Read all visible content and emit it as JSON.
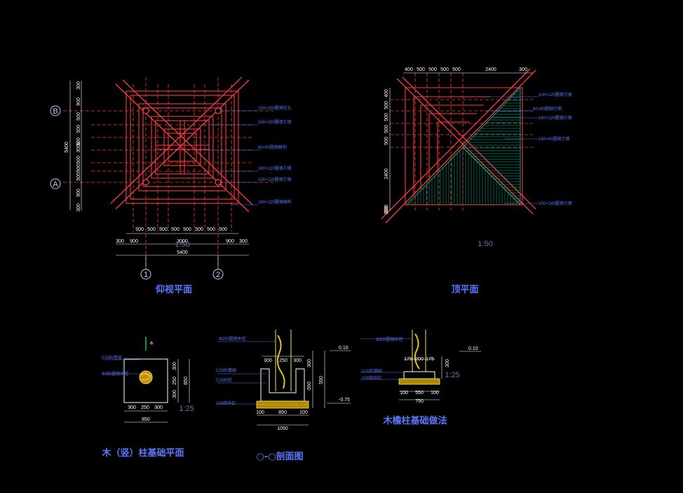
{
  "drawing": {
    "plan_left": {
      "title": "仰视平面",
      "scale": "1:50",
      "axis_rows": [
        "B",
        "A"
      ],
      "axis_cols": [
        "1",
        "2"
      ],
      "dims_left": [
        "300",
        "900",
        "500",
        "500",
        "500",
        "3000",
        "500",
        "500",
        "500",
        "900",
        "300"
      ],
      "dim_left_total": "5400",
      "dims_bottom_inner": [
        "500",
        "500",
        "500",
        "500",
        "500",
        "500",
        "500",
        "500"
      ],
      "dims_bottom_mid": [
        "300",
        "900",
        "3000",
        "900",
        "300"
      ],
      "dim_bottom_total": "5400",
      "notes": [
        "150×150圆钢柱头",
        "150×150圆钢方钢",
        "60×80圆钢格构",
        "180×120圆钢方钢",
        "100×120圆钢方钢",
        "180×120圆钢格构"
      ]
    },
    "plan_right": {
      "title": "顶平面",
      "scale": "1:50",
      "dims_top": [
        "400",
        "500",
        "500",
        "500",
        "500",
        "2400",
        "300"
      ],
      "dims_left": [
        "300",
        "400",
        "500",
        "500",
        "500",
        "500",
        "2400",
        "300"
      ],
      "notes": [
        "100×120圆钢方钢",
        "60×80圆钢方钢",
        "180×120圆钢方钢",
        "150×40圆钢方钢",
        "100×180圆钢方钢"
      ]
    },
    "detail_plan": {
      "title": "木（竖）柱基础平面",
      "scale": "1:25",
      "section_mark": "a",
      "dims_bottom": [
        "300",
        "250",
        "300"
      ],
      "dim_bottom_total": "850",
      "dims_right": [
        "300",
        "250",
        "300"
      ],
      "dim_right_total": "850",
      "notes": [
        "C20砼垫层",
        "Φ250圆钢木柱"
      ]
    },
    "detail_section": {
      "title": "○-○剖面图",
      "dims_top": [
        "300",
        "250",
        "300"
      ],
      "dims_right": [
        "300",
        "650",
        "550"
      ],
      "dims_bottom": [
        "100",
        "850",
        "100"
      ],
      "dim_bottom_total": "1050",
      "levels": [
        "0.10",
        "-0.75"
      ],
      "notes": [
        "Φ250圆钢木柱",
        "C20砼基础",
        "C25砼柱",
        "100厚碎石"
      ]
    },
    "detail_column": {
      "title": "木檐柱基础做法",
      "scale": "1:25",
      "dims_top": [
        "175",
        "200",
        "175"
      ],
      "dim_right": "300",
      "dims_bottom": [
        "100",
        "550",
        "100"
      ],
      "dim_bottom_total": "750",
      "level": "0.10",
      "notes": [
        "Φ200圆钢木柱",
        "C20砼基础",
        "100厚碎石"
      ]
    }
  },
  "colors": {
    "background": "#000000",
    "member": "#ff3b3b",
    "member_fill": "#ffffff",
    "axis": "#ff3b3b",
    "dimension": "#ffffff",
    "note": "#5a78ff",
    "hatch": "#00c8a0",
    "wood": "#e8c020"
  }
}
